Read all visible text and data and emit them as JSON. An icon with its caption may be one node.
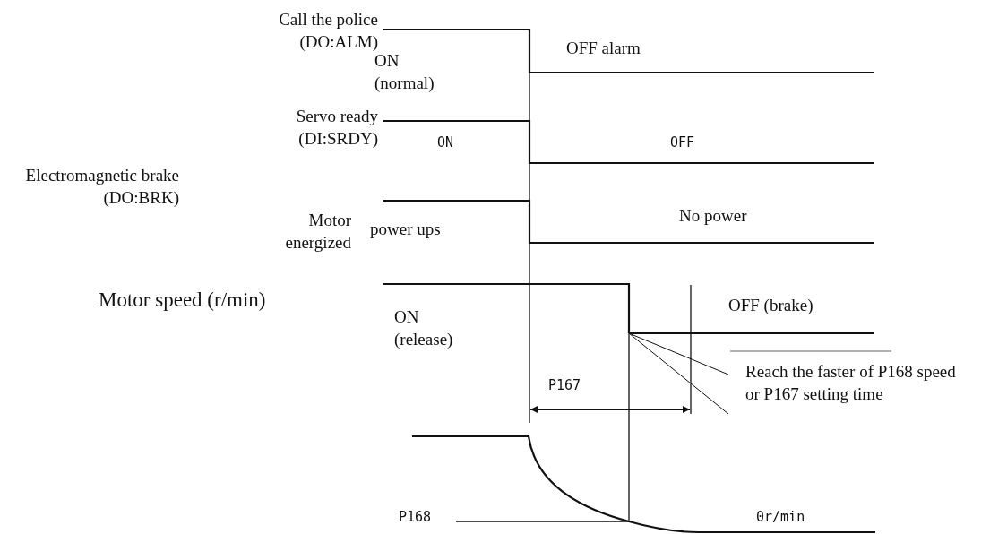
{
  "diagram": {
    "nodes": [
      {
        "text": [
          "Reach the faster of P168 speed or P167 setting time"
        ]
      },
      {
        "text": [],
        "shape": "line"
      }
    ],
    "edges": [
      {
        "from": 0,
        "to": 1,
        "arrow": "none"
      },
      {
        "from": 0,
        "to": 1,
        "arrow": "none"
      }
    ],
    "labels": [
      "Call the police (DO:ALM)",
      "OFF alarm",
      "ON (normal)",
      "Servo ready (DI:SRDY)",
      "ON",
      "OFF",
      "Electromagnetic brake (DO:BRK)",
      "Motor energized",
      "power ups",
      "No power",
      "ON (release)",
      "OFF (brake)",
      "Motor speed (r/min)",
      "P167",
      "P168",
      "0r/min"
    ]
  }
}
